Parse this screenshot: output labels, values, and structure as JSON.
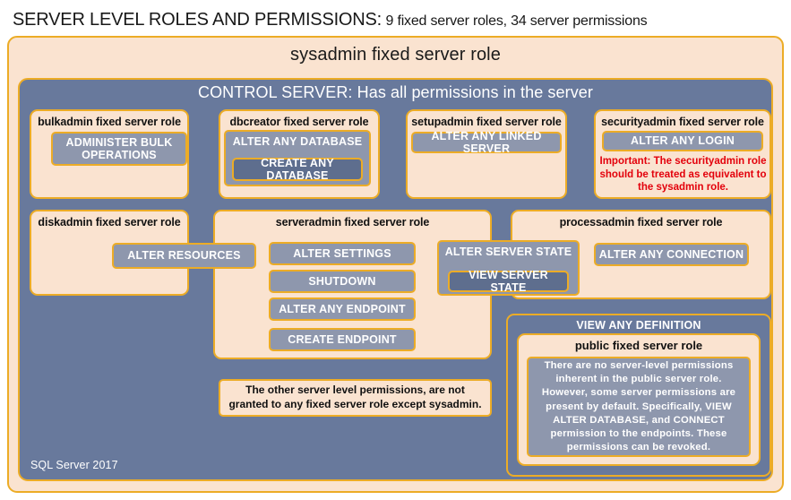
{
  "title": {
    "strong": "SERVER LEVEL ROLES AND PERMISSIONS:",
    "sub": "9 fixed server roles, 34 server permissions"
  },
  "sysadmin": {
    "label": "sysadmin fixed server role"
  },
  "control_server": {
    "label": "CONTROL SERVER: Has all permissions in the server"
  },
  "roles": {
    "bulkadmin": {
      "title": "bulkadmin fixed server role",
      "permissions": [
        "ADMINISTER  BULK OPERATIONS"
      ]
    },
    "dbcreator": {
      "title": "dbcreator fixed server role",
      "permissions": [
        "ALTER ANY DATABASE",
        "CREATE  ANY DATABASE"
      ]
    },
    "setupadmin": {
      "title": "setupadmin fixed server role",
      "permissions": [
        "ALTER ANY LINKED SERVER"
      ]
    },
    "securityadmin": {
      "title": "securityadmin fixed server role",
      "permissions": [
        "ALTER ANY LOGIN"
      ],
      "note": "Important:  The securityadmin role should  be treated  as equivalent to the  sysadmin role."
    },
    "diskadmin": {
      "title": "diskadmin fixed server role",
      "permissions": [
        "ALTER RESOURCES"
      ]
    },
    "serveradmin": {
      "title": "serveradmin fixed server role",
      "permissions": [
        "ALTER SETTINGS",
        "SHUTDOWN",
        "ALTER ANY ENDPOINT",
        "CREATE  ENDPOINT"
      ]
    },
    "processadmin": {
      "title": "processadmin fixed server role",
      "permissions": [
        "ALTER ANY CONNECTION"
      ]
    },
    "shared": {
      "alter_server_state": "ALTER SERVER STATE",
      "view_server_state": "VIEW SERVER STATE"
    },
    "public": {
      "view_any_definition": "VIEW ANY DEFINITION",
      "title": "public  fixed server role",
      "note": "There are no server-level permissions inherent in the public server role. However, some server permissions are present by default. Specifically, VIEW ALTER DATABASE, and CONNECT permission to the endpoints. These permissions can be revoked."
    }
  },
  "notes": {
    "other_permissions": "The other server level permissions,  are not granted to any fixed server role except sysadmin."
  },
  "footer": {
    "label": "SQL Server 2017"
  },
  "colors": {
    "cream": "#fae3d0",
    "gold_border": "#ecac26",
    "slate_panel": "#68799c",
    "permission_fill": "#8e97ad",
    "permission_fill_dark": "#5e6e8e",
    "warning_red": "#e3000b"
  }
}
